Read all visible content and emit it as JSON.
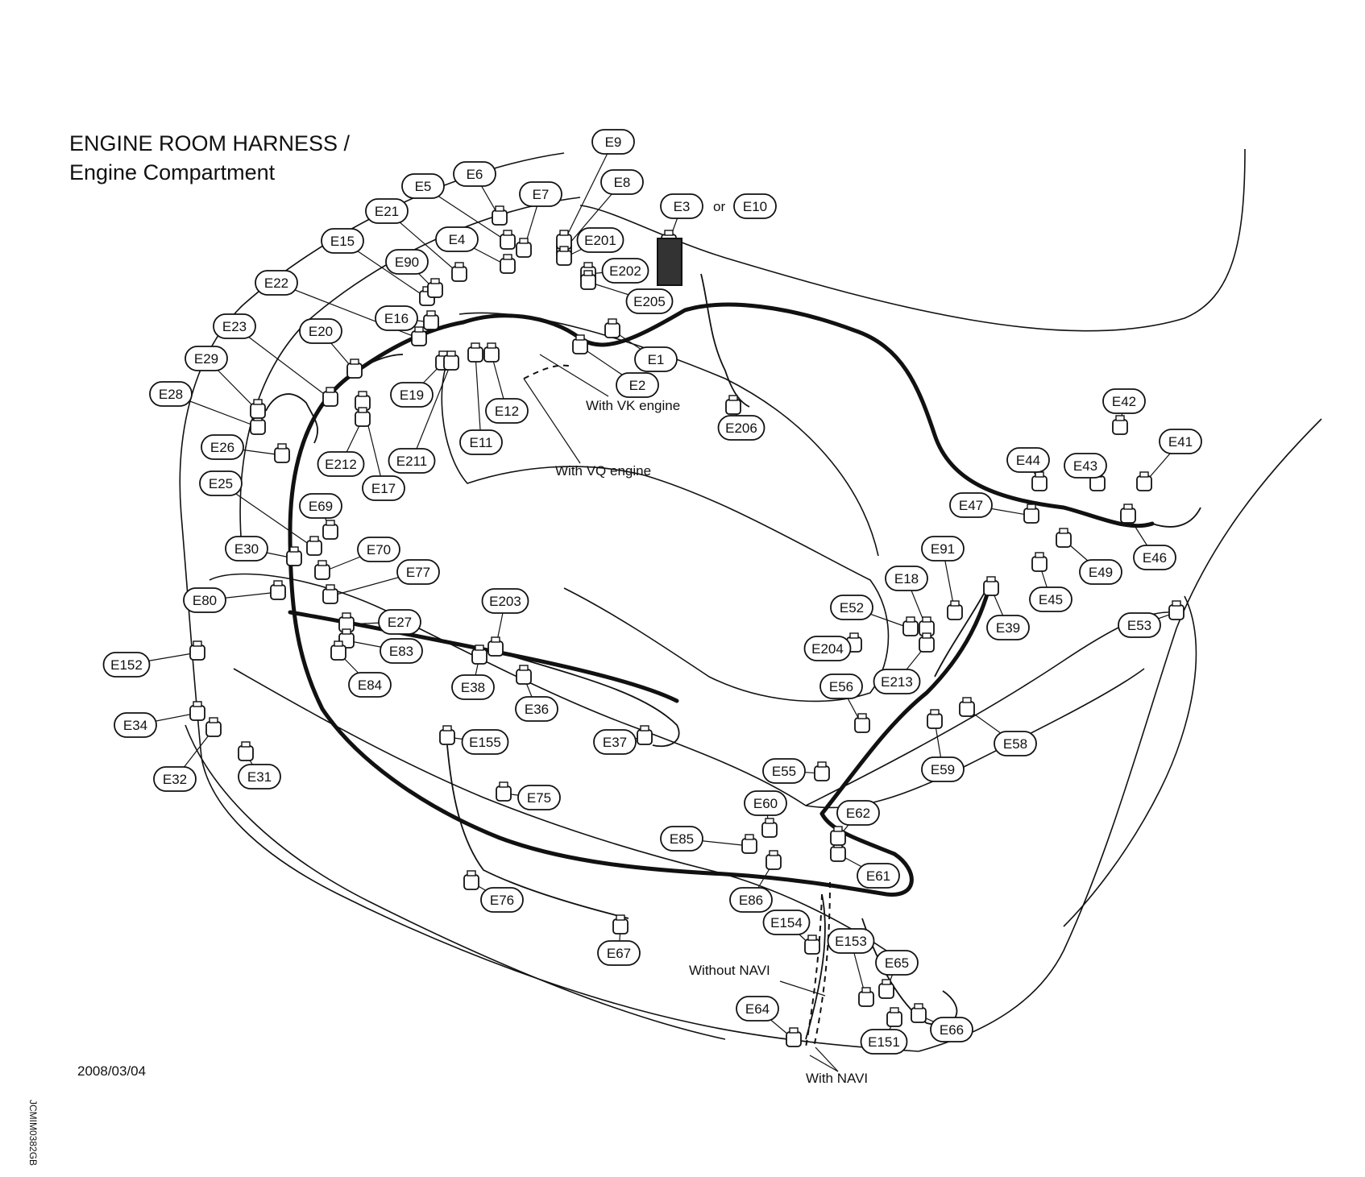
{
  "title": {
    "line1": "ENGINE ROOM HARNESS /",
    "line2": "Engine Compartment"
  },
  "date": "2008/03/04",
  "doc_id": "JCMIM0382GB",
  "notes": {
    "vk_engine": "With VK engine",
    "vq_engine": "With VQ engine",
    "without_navi": "Without NAVI",
    "with_navi": "With NAVI",
    "or": "or"
  },
  "connectors": [
    "E1",
    "E2",
    "E3",
    "E4",
    "E5",
    "E6",
    "E7",
    "E8",
    "E9",
    "E10",
    "E11",
    "E12",
    "E15",
    "E16",
    "E17",
    "E18",
    "E19",
    "E20",
    "E21",
    "E22",
    "E23",
    "E25",
    "E26",
    "E27",
    "E28",
    "E29",
    "E30",
    "E31",
    "E32",
    "E34",
    "E36",
    "E37",
    "E38",
    "E39",
    "E41",
    "E42",
    "E43",
    "E44",
    "E45",
    "E46",
    "E47",
    "E49",
    "E52",
    "E53",
    "E55",
    "E56",
    "E58",
    "E59",
    "E60",
    "E61",
    "E62",
    "E64",
    "E65",
    "E66",
    "E67",
    "E69",
    "E70",
    "E75",
    "E76",
    "E77",
    "E80",
    "E83",
    "E84",
    "E85",
    "E86",
    "E90",
    "E91",
    "E151",
    "E152",
    "E153",
    "E154",
    "E155",
    "E201",
    "E202",
    "E203",
    "E204",
    "E205",
    "E206",
    "E211",
    "E212",
    "E213"
  ],
  "colors": {
    "line": "#111111",
    "harness": "#111111",
    "background": "#ffffff"
  }
}
